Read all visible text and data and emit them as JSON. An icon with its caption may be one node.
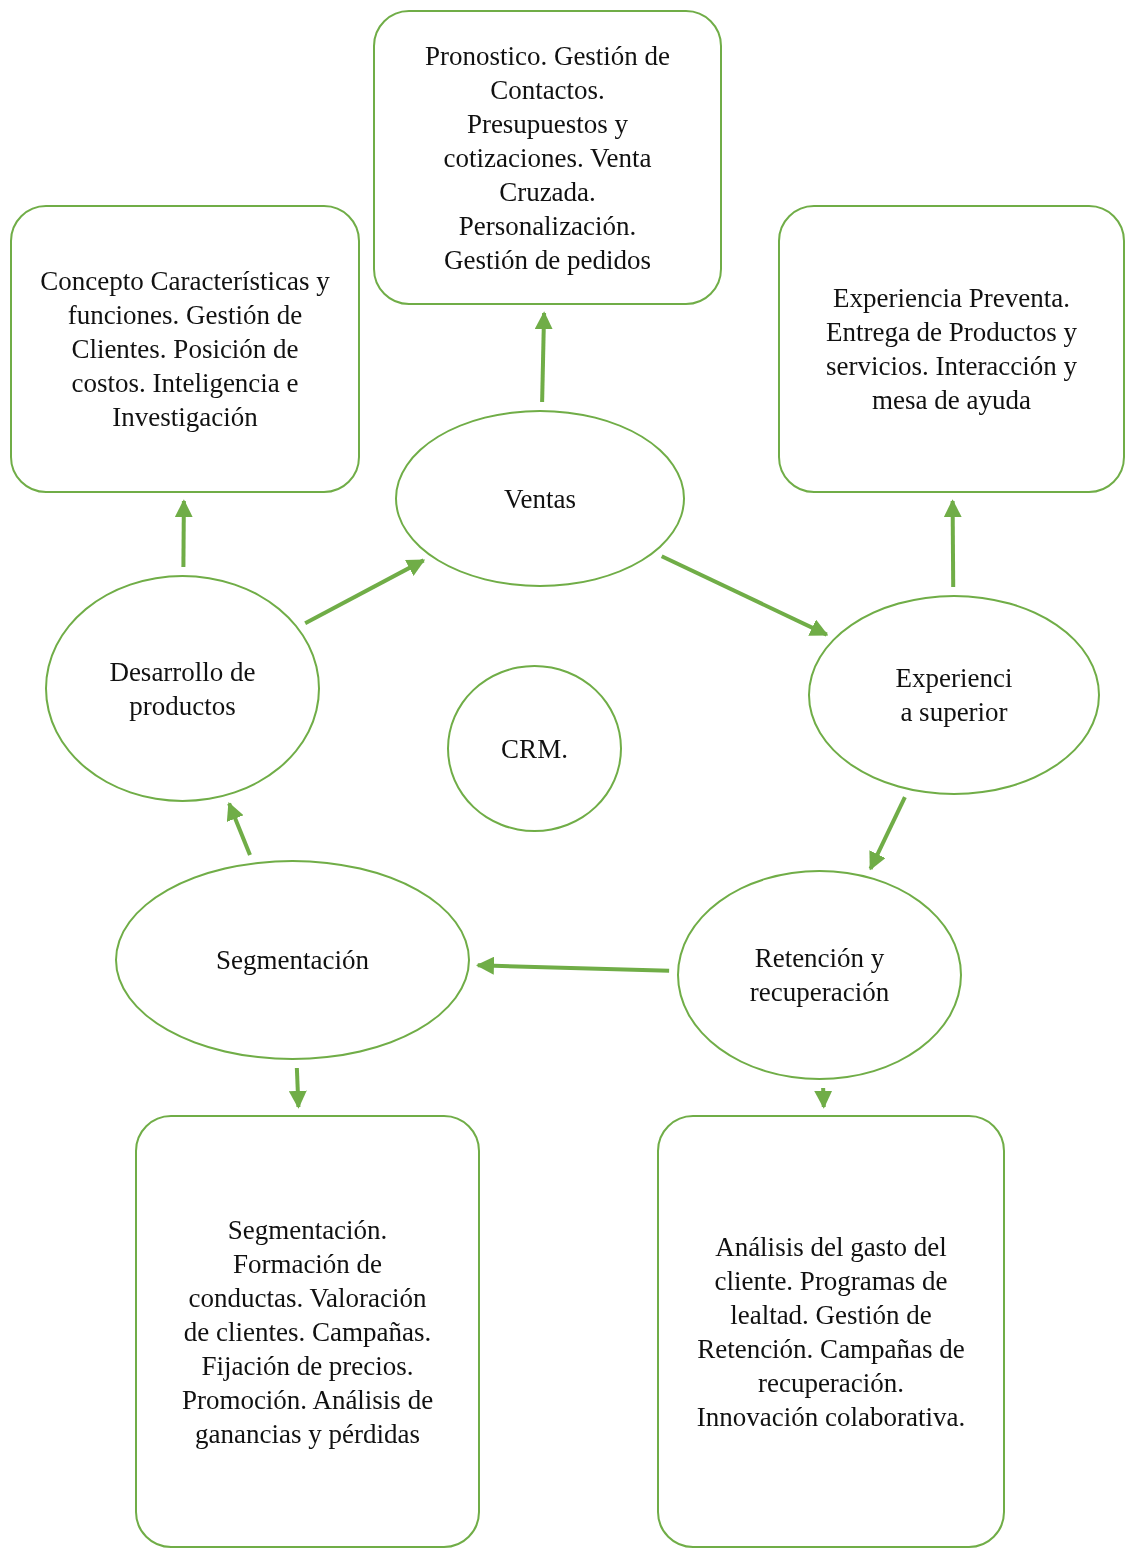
{
  "diagram": {
    "nodes": [
      {
        "text": [
          "Pronostico. Gestión de Contactos. Presupuestos y cotizaciones. Venta Cruzada. Personalización. Gestión de pedidos"
        ]
      },
      {
        "text": [
          "Concepto Características y funciones. Gestión de Clientes. Posición de costos. Inteligencia e Investigación"
        ]
      },
      {
        "text": [
          "Experiencia Preventa. Entrega de Productos y servicios. Interacción y mesa de ayuda"
        ]
      },
      {
        "text": [
          "Ventas"
        ]
      },
      {
        "text": [
          "Desarrollo de productos"
        ]
      },
      {
        "text": [
          "Experienci a superior"
        ]
      },
      {
        "text": [
          "CRM."
        ]
      },
      {
        "text": [
          "Segmentación"
        ]
      },
      {
        "text": [
          "Retención y recuperación"
        ]
      },
      {
        "text": [
          "Segmentación. Formación de conductas. Valoración de clientes. Campañas. Fijación de precios. Promoción. Análisis de ganancias y pérdidas"
        ]
      },
      {
        "text": [
          "Análisis del gasto del cliente. Programas de lealtad. Gestión de Retención. Campañas de recuperación. Innovación colaborativa."
        ]
      }
    ],
    "edges": [
      {
        "from": 3,
        "to": 0,
        "arrow": "to"
      },
      {
        "from": 4,
        "to": 1,
        "arrow": "to"
      },
      {
        "from": 5,
        "to": 2,
        "arrow": "to"
      },
      {
        "from": 4,
        "to": 3,
        "arrow": "to"
      },
      {
        "from": 3,
        "to": 5,
        "arrow": "to"
      },
      {
        "from": 5,
        "to": 8,
        "arrow": "to"
      },
      {
        "from": 8,
        "to": 7,
        "arrow": "to"
      },
      {
        "from": 7,
        "to": 4,
        "arrow": "to"
      },
      {
        "from": 7,
        "to": 9,
        "arrow": "to"
      },
      {
        "from": 8,
        "to": 10,
        "arrow": "to"
      }
    ]
  }
}
